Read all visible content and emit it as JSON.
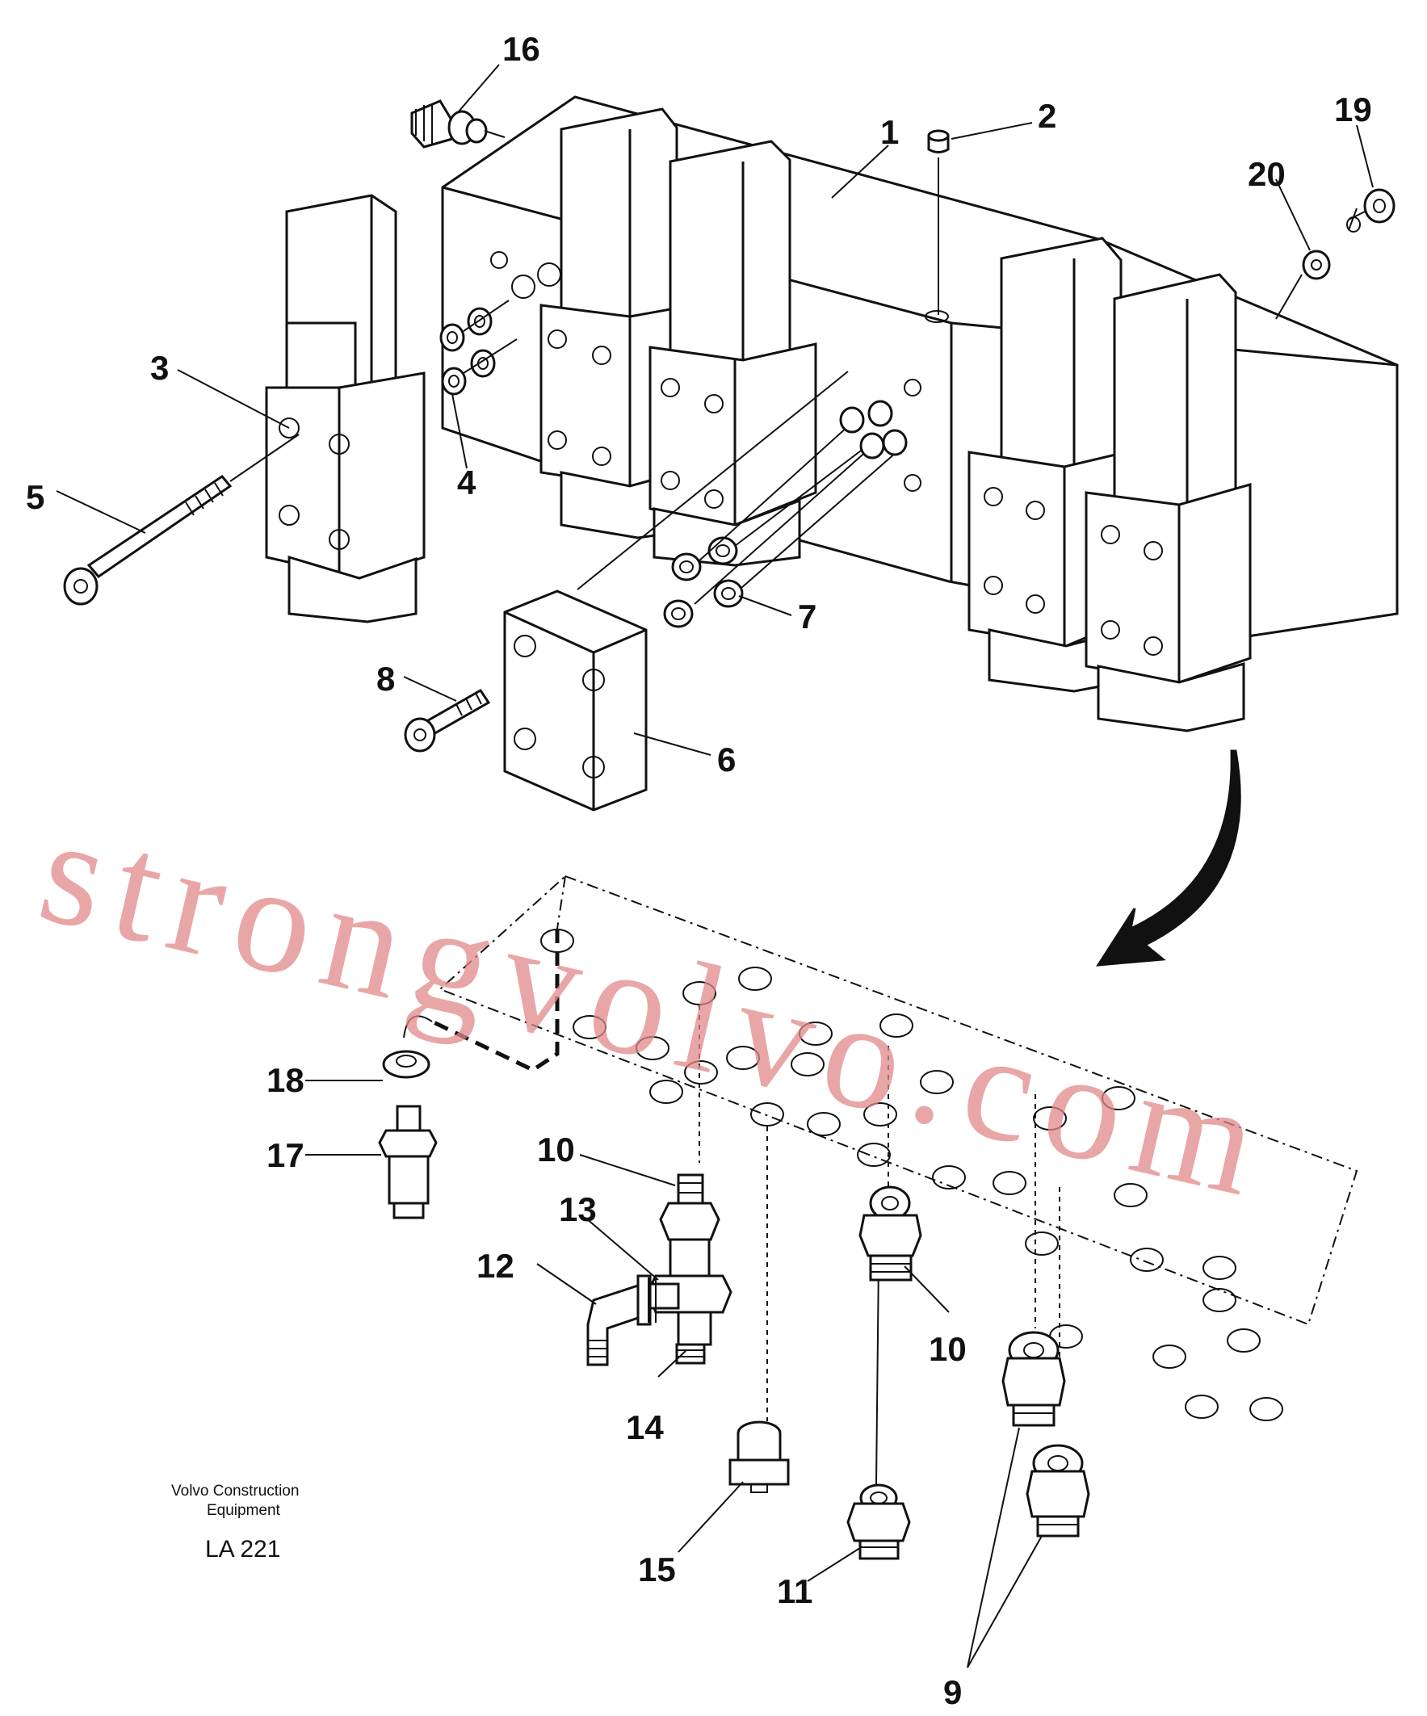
{
  "diagram": {
    "callouts": [
      "1",
      "2",
      "3",
      "4",
      "5",
      "6",
      "7",
      "8",
      "9",
      "10",
      "10",
      "11",
      "12",
      "13",
      "14",
      "15",
      "16",
      "17",
      "18",
      "19",
      "20"
    ],
    "caption_line1": "Volvo Construction",
    "caption_line2": "Equipment",
    "code": "LA 221",
    "watermark": "strongvolvo.com"
  }
}
